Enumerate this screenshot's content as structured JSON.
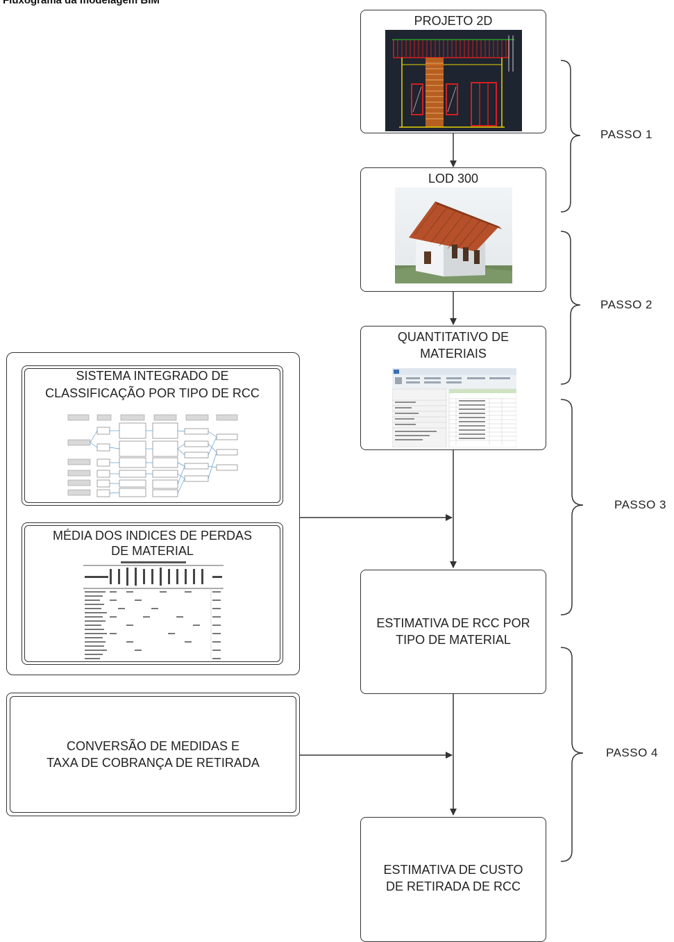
{
  "title": "Fluxograma da modelagem BIM",
  "boxes": {
    "projeto2d": "PROJETO 2D",
    "lod300": "LOD 300",
    "quantitativo_l1": "QUANTITATIVO DE",
    "quantitativo_l2": "MATERIAIS",
    "estimativa_rcc_l1": "ESTIMATIVA DE RCC POR",
    "estimativa_rcc_l2": "TIPO DE MATERIAL",
    "estimativa_custo_l1": "ESTIMATIVA DE CUSTO",
    "estimativa_custo_l2": "DE RETIRADA DE RCC",
    "sistema_l1": "SISTEMA INTEGRADO DE",
    "sistema_l2": "CLASSIFICAÇÃO POR TIPO DE RCC",
    "media_l1": "MÉDIA  DOS INDICES DE PERDAS",
    "media_l2": "DE MATERIAL",
    "conversao_l1": "CONVERSÃO DE MEDIDAS E",
    "conversao_l2": "TAXA DE COBRANÇA DE RETIRADA"
  },
  "steps": [
    "PASSO 1",
    "PASSO 2",
    "PASSO 3",
    "PASSO 4"
  ],
  "colors": {
    "cad_bg": "#1e2430",
    "cad_red": "#d32020",
    "cad_yellow": "#e8d400",
    "cad_orange": "#d2691e",
    "roof": "#b5502a",
    "wall": "#e8eaec",
    "link_blue": "#5b9bd5",
    "stroke": "#333333"
  }
}
